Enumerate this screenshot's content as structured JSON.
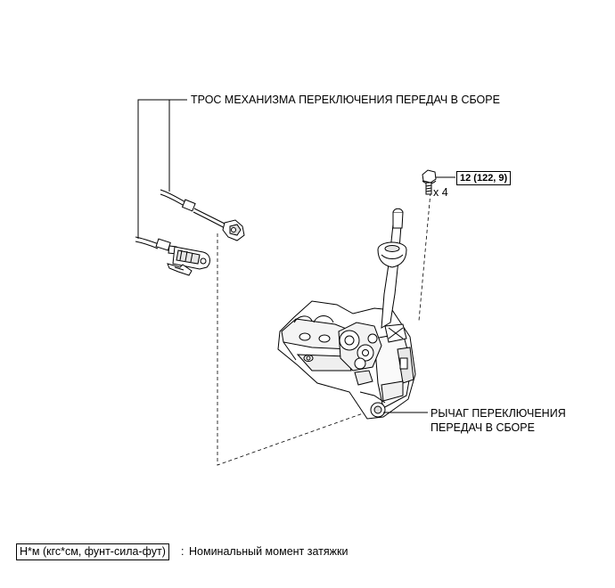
{
  "labels": {
    "cable": "ТРОС МЕХАНИЗМА ПЕРЕКЛЮЧЕНИЯ ПЕРЕДАЧ В СБОРЕ",
    "lever_line1": "РЫЧАГ ПЕРЕКЛЮЧЕНИЯ",
    "lever_line2": "ПЕРЕДАЧ В СБОРЕ",
    "torque": "12 (122, 9)",
    "quantity": "x 4"
  },
  "legend": {
    "key": "Н*м (кгс*см, фунт-сила-фут)",
    "separator": ":",
    "description": "Номинальный момент затяжки"
  }
}
